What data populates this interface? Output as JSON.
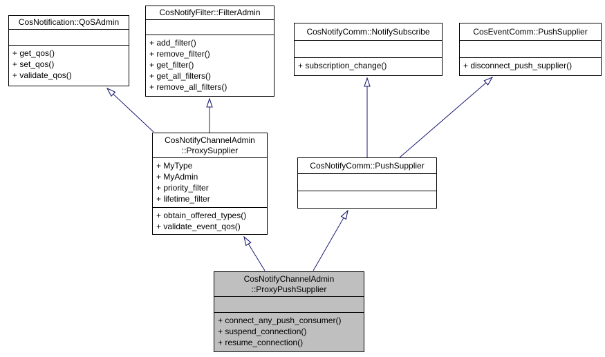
{
  "diagram": {
    "type": "uml-inheritance-graph",
    "background_color": "#ffffff",
    "box_border_color": "#000000",
    "box_fill_color": "#ffffff",
    "highlight_fill_color": "#bfbfbf",
    "edge_color": "#191970"
  },
  "classes": [
    {
      "name": "CosNotification::QoSAdmin",
      "attributes": [],
      "methods": [
        "+ get_qos()",
        "+ set_qos()",
        "+ validate_qos()"
      ]
    },
    {
      "name": "CosNotifyFilter::FilterAdmin",
      "attributes": [],
      "methods": [
        "+ add_filter()",
        "+ remove_filter()",
        "+ get_filter()",
        "+ get_all_filters()",
        "+ remove_all_filters()"
      ]
    },
    {
      "name": "CosNotifyComm::NotifySubscribe",
      "attributes": [],
      "methods": [
        "+ subscription_change()"
      ]
    },
    {
      "name": "CosEventComm::PushSupplier",
      "attributes": [],
      "methods": [
        "+ disconnect_push_supplier()"
      ]
    },
    {
      "name": "CosNotifyChannelAdmin\n::ProxySupplier",
      "attributes": [
        "+ MyType",
        "+ MyAdmin",
        "+ priority_filter",
        "+ lifetime_filter"
      ],
      "methods": [
        "+ obtain_offered_types()",
        "+ validate_event_qos()"
      ]
    },
    {
      "name": "CosNotifyComm::PushSupplier",
      "attributes": [],
      "methods": []
    },
    {
      "name": "CosNotifyChannelAdmin\n::ProxyPushSupplier",
      "attributes": [],
      "methods": [
        "+ connect_any_push_consumer()",
        "+ suspend_connection()",
        "+ resume_connection()"
      ],
      "highlighted": true
    }
  ],
  "edges": [
    {
      "from": "CosNotifyChannelAdmin::ProxySupplier",
      "to": "CosNotification::QoSAdmin",
      "relation": "inherits"
    },
    {
      "from": "CosNotifyChannelAdmin::ProxySupplier",
      "to": "CosNotifyFilter::FilterAdmin",
      "relation": "inherits"
    },
    {
      "from": "CosNotifyComm::PushSupplier",
      "to": "CosNotifyComm::NotifySubscribe",
      "relation": "inherits"
    },
    {
      "from": "CosNotifyComm::PushSupplier",
      "to": "CosEventComm::PushSupplier",
      "relation": "inherits"
    },
    {
      "from": "CosNotifyChannelAdmin::ProxyPushSupplier",
      "to": "CosNotifyChannelAdmin::ProxySupplier",
      "relation": "inherits"
    },
    {
      "from": "CosNotifyChannelAdmin::ProxyPushSupplier",
      "to": "CosNotifyComm::PushSupplier",
      "relation": "inherits"
    }
  ]
}
